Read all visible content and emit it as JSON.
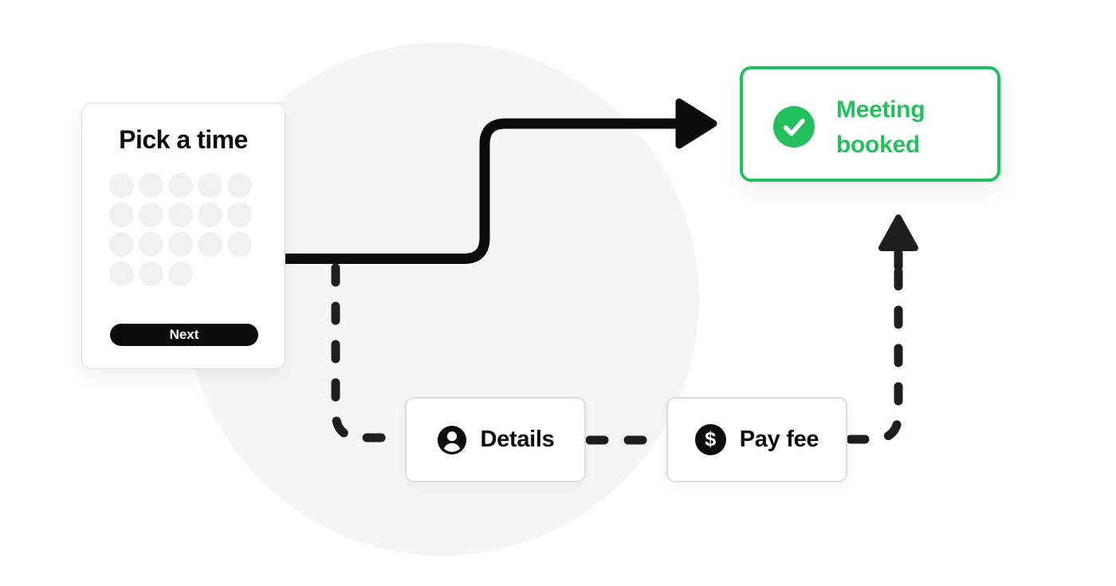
{
  "colors": {
    "ink": "#0c0c0c",
    "dash": "#1e1e1e",
    "green": "#24c05e",
    "circle": "#f5f5f6",
    "dot": "#f0f0f0",
    "border": "#dcdcdc"
  },
  "pick_time_card": {
    "title": "Pick a time",
    "next_label": "Next",
    "slot_rows": [
      5,
      5,
      5,
      3
    ]
  },
  "meeting_card": {
    "label": "Meeting booked",
    "icon": "check-icon"
  },
  "details_card": {
    "label": "Details",
    "icon": "person-icon"
  },
  "pay_fee_card": {
    "label": "Pay fee",
    "icon": "dollar-icon"
  }
}
